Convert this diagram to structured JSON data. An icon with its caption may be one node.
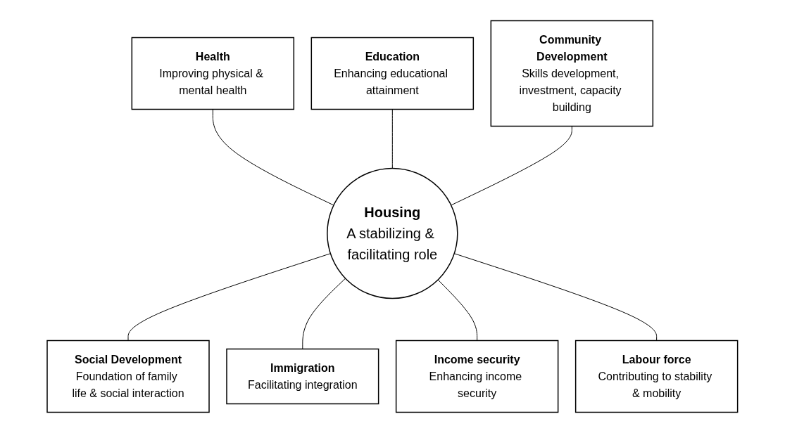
{
  "diagram": {
    "nodes": [
      {
        "text": [
          "Housing",
          "A stabilizing & facilitating role"
        ]
      },
      {
        "text": [
          "Health",
          "Improving physical & mental health"
        ]
      },
      {
        "text": [
          "Education",
          "Enhancing educational attainment"
        ]
      },
      {
        "text": [
          "Community Development",
          "Skills development, investment, capacity building"
        ]
      },
      {
        "text": [
          "Social Development",
          "Foundation of family life & social interaction"
        ]
      },
      {
        "text": [
          "Immigration",
          "Facilitating integration"
        ]
      },
      {
        "text": [
          "Income security",
          "Enhancing income security"
        ]
      },
      {
        "text": [
          "Labour force",
          "Contributing to stability & mobility"
        ]
      }
    ],
    "edges": [
      {
        "from": 1,
        "to": 0,
        "arrow": "none"
      },
      {
        "from": 2,
        "to": 0,
        "arrow": "none"
      },
      {
        "from": 3,
        "to": 0,
        "arrow": "none"
      },
      {
        "from": 0,
        "to": 4,
        "arrow": "none"
      },
      {
        "from": 0,
        "to": 5,
        "arrow": "none"
      },
      {
        "from": 0,
        "to": 6,
        "arrow": "none"
      },
      {
        "from": 0,
        "to": 7,
        "arrow": "none"
      }
    ]
  }
}
